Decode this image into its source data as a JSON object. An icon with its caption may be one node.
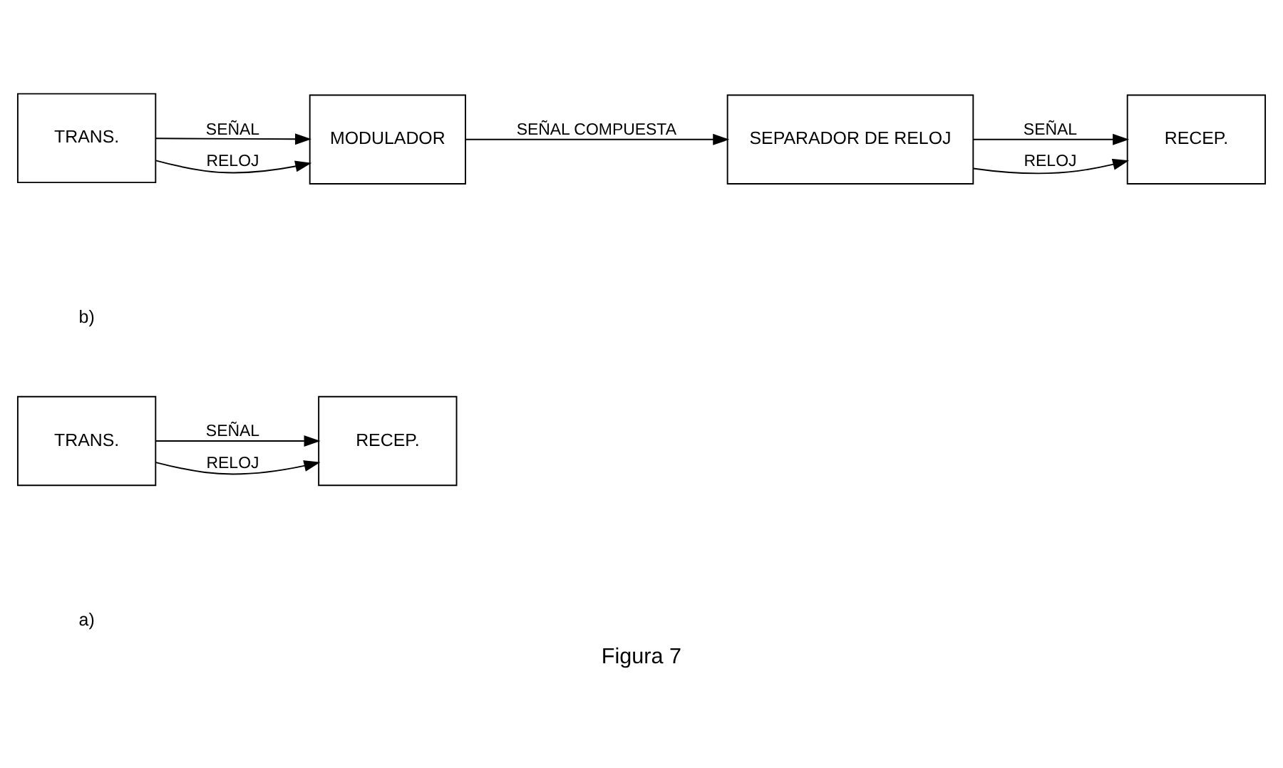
{
  "diagram": {
    "caption": "Figura 7",
    "nodes": [
      {
        "text": [
          "TRANS."
        ]
      },
      {
        "text": [
          "RECEP."
        ]
      },
      {
        "text": [
          "TRANS."
        ]
      },
      {
        "text": [
          "MODULADOR"
        ]
      },
      {
        "text": [
          "SEPARADOR DE RELOJ"
        ]
      },
      {
        "text": [
          "RECEP."
        ]
      }
    ],
    "edges": [
      {
        "from": 0,
        "to": 1,
        "arrow": "to",
        "label": "SEÑAL"
      },
      {
        "from": 0,
        "to": 1,
        "arrow": "to",
        "label": "RELOJ"
      },
      {
        "from": 2,
        "to": 3,
        "arrow": "to",
        "label": "SEÑAL"
      },
      {
        "from": 2,
        "to": 3,
        "arrow": "to",
        "label": "RELOJ"
      },
      {
        "from": 3,
        "to": 4,
        "arrow": "to",
        "label": "SEÑAL COMPUESTA"
      },
      {
        "from": 4,
        "to": 5,
        "arrow": "to",
        "label": "SEÑAL"
      },
      {
        "from": 4,
        "to": 5,
        "arrow": "to",
        "label": "RELOJ"
      }
    ],
    "labels": [
      "a)",
      "b)"
    ]
  }
}
